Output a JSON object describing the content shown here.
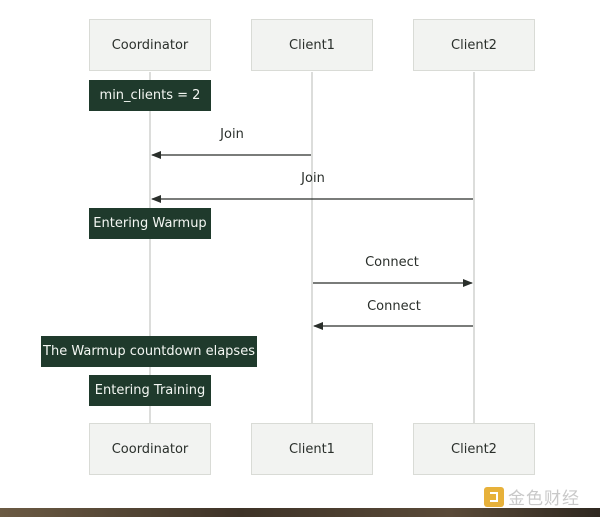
{
  "participants": {
    "coordinator": "Coordinator",
    "client1": "Client1",
    "client2": "Client2"
  },
  "notes": {
    "min_clients": "min_clients = 2",
    "entering_warmup": "Entering Warmup",
    "warmup_elapses": "The Warmup countdown elapses",
    "entering_training": "Entering Training"
  },
  "messages": {
    "client1_join": "Join",
    "client2_join": "Join",
    "client1_connect": "Connect",
    "client2_connect": "Connect"
  },
  "watermark": {
    "text": "金色财经",
    "logo_icon": "golden-finance-logo-icon"
  },
  "colors": {
    "note_background": "#1f3a2c",
    "participant_background": "#f2f3f1",
    "arrow": "#2a2f2b",
    "lifeline": "#d0d2cf"
  }
}
